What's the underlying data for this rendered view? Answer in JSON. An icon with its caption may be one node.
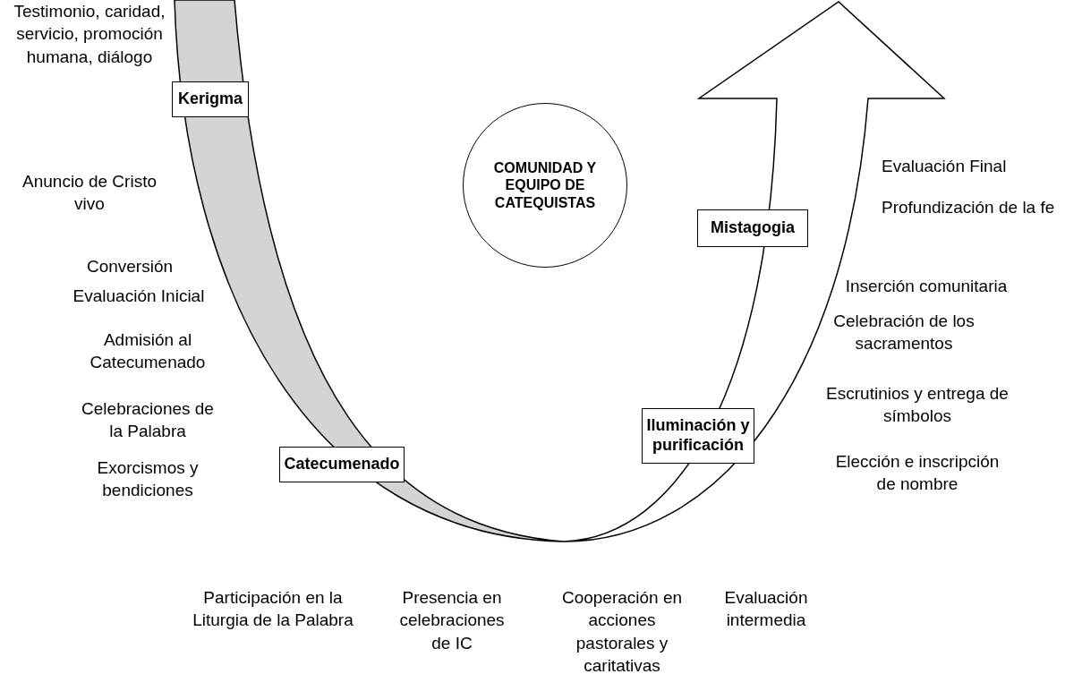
{
  "diagram": {
    "nodes": [
      {
        "text": [
          "Kerigma"
        ]
      },
      {
        "text": [
          "Catecumenado"
        ]
      },
      {
        "text": [
          "Iluminación y purificación"
        ]
      },
      {
        "text": [
          "Mistagogia"
        ]
      },
      {
        "text": [
          "COMUNIDAD Y EQUIPO DE CATEQUISTAS"
        ]
      }
    ],
    "labels": [
      "Testimonio, caridad, servicio, promoción humana, diálogo",
      "Anuncio de Cristo vivo",
      "Conversión",
      "Evaluación Inicial",
      "Admisión al Catecumenado",
      "Celebraciones de la Palabra",
      "Exorcismos y bendiciones",
      "Participación en la Liturgia de la Palabra",
      "Presencia en celebraciones de IC",
      "Cooperación en acciones pastorales y caritativas",
      "Evaluación intermedia",
      "Evaluación Final",
      "Profundización de la fe",
      "Inserción comunitaria",
      "Celebración de los sacramentos",
      "Escrutinios y entrega de símbolos",
      "Elección e inscripción de nombre"
    ]
  }
}
